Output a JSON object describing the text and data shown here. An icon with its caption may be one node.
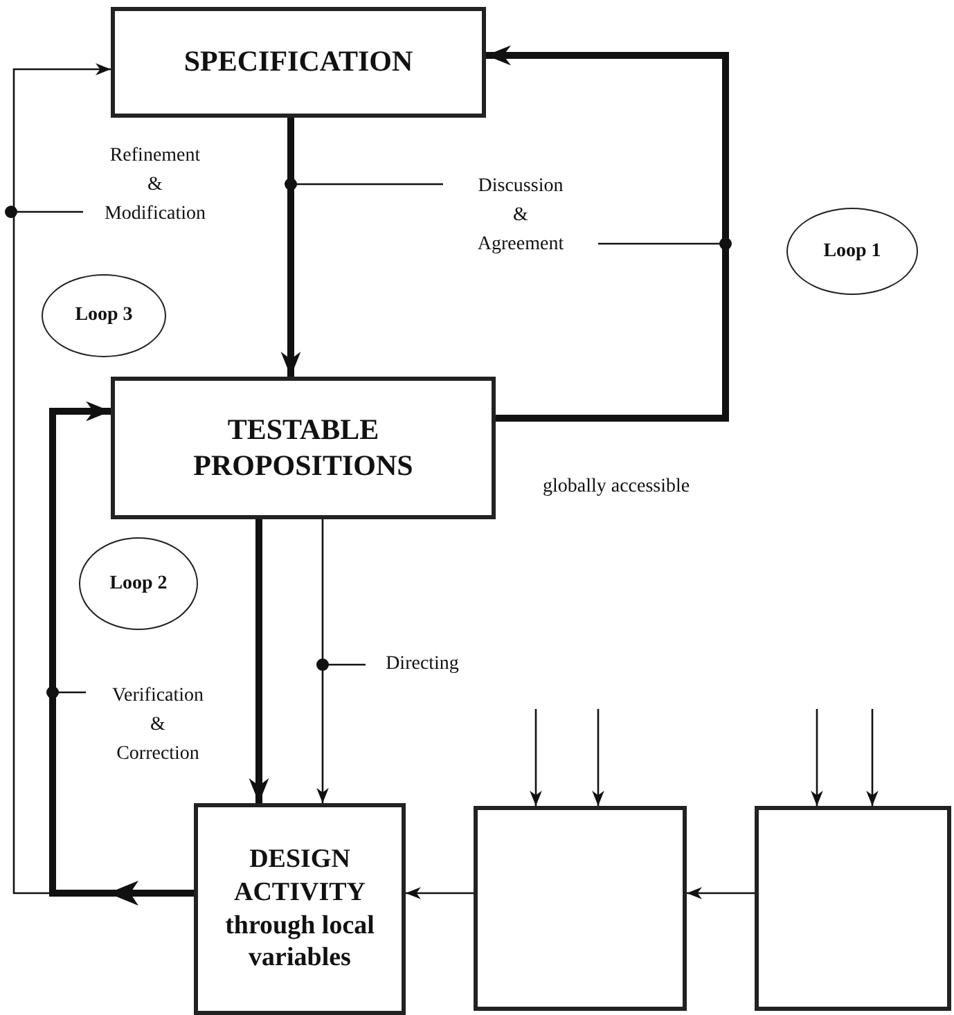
{
  "diagram": {
    "nodes": [
      {
        "text": [
          "SPECIFICATION"
        ]
      },
      {
        "text": [
          "TESTABLE PROPOSITIONS"
        ]
      },
      {
        "text": [
          "DESIGN ACTIVITY through local variables"
        ]
      },
      {
        "text": [],
        "shape": "box"
      },
      {
        "text": [],
        "shape": "box"
      },
      {
        "text": [
          "Loop 1"
        ]
      },
      {
        "text": [
          "Loop 3"
        ]
      },
      {
        "text": [
          "Loop 2"
        ]
      },
      {
        "text": [
          "Refinement & Modification"
        ]
      },
      {
        "text": [
          "Discussion & Agreement"
        ]
      },
      {
        "text": [
          "Verification & Correction"
        ]
      },
      {
        "text": [
          "Directing"
        ]
      }
    ],
    "edges": [
      {
        "from": 0,
        "to": 1,
        "arrow": "to",
        "style": "thick"
      },
      {
        "from": 1,
        "to": 0,
        "arrow": "to",
        "style": "thick"
      },
      {
        "from": 2,
        "to": 1,
        "arrow": "to",
        "style": "thick"
      },
      {
        "from": 2,
        "to": 0,
        "arrow": "to"
      },
      {
        "from": 1,
        "to": 2,
        "arrow": "to",
        "style": "thick"
      },
      {
        "from": 1,
        "to": 2,
        "arrow": "to"
      },
      {
        "from": 3,
        "to": 2,
        "arrow": "to"
      },
      {
        "from": 4,
        "to": 3,
        "arrow": "to"
      },
      {
        "from": null,
        "to": 3,
        "arrow": "to"
      },
      {
        "from": null,
        "to": 3,
        "arrow": "to"
      },
      {
        "from": null,
        "to": 4,
        "arrow": "to"
      },
      {
        "from": null,
        "to": 4,
        "arrow": "to"
      },
      {
        "from": 8,
        "to": null,
        "arrow": "other"
      },
      {
        "from": 9,
        "to": null,
        "arrow": "other"
      },
      {
        "from": 9,
        "to": null,
        "arrow": "other"
      },
      {
        "from": 10,
        "to": null,
        "arrow": "other"
      },
      {
        "from": 11,
        "to": null,
        "arrow": "other"
      }
    ],
    "labels": [
      "globally accessible"
    ]
  }
}
